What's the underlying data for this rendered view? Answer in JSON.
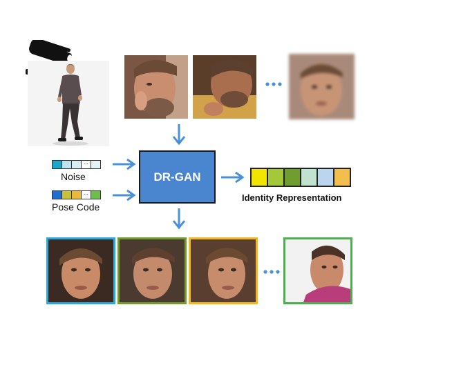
{
  "diagram": {
    "center_label": "DR-GAN",
    "noise_label": "Noise",
    "pose_label": "Pose Code",
    "output_label": "Identity Representation",
    "ellipsis": "..."
  },
  "colors": {
    "arrow": "#4a90d9",
    "block_fill": "#4a86d0",
    "block_border": "#1a1a1a",
    "noise_codes": [
      "#1ea6c9",
      "#bfe3ee",
      "#d8eef3",
      "#ffffff",
      "#ffffff"
    ],
    "pose_codes": [
      "#1e6fd0",
      "#c9c13a",
      "#e8b93b",
      "#ffffff",
      "#6cc04a"
    ],
    "identity_codes": [
      "#f2e600",
      "#a3c93a",
      "#6f9e2f",
      "#bfe3cf",
      "#bcd5ee",
      "#f2be4c"
    ],
    "output_frames": [
      "#29a9e0",
      "#6f9e2f",
      "#f2b81c",
      "#4cae4f"
    ]
  },
  "icons": {
    "camera": "security-camera-icon",
    "person": "walking-person-image"
  }
}
